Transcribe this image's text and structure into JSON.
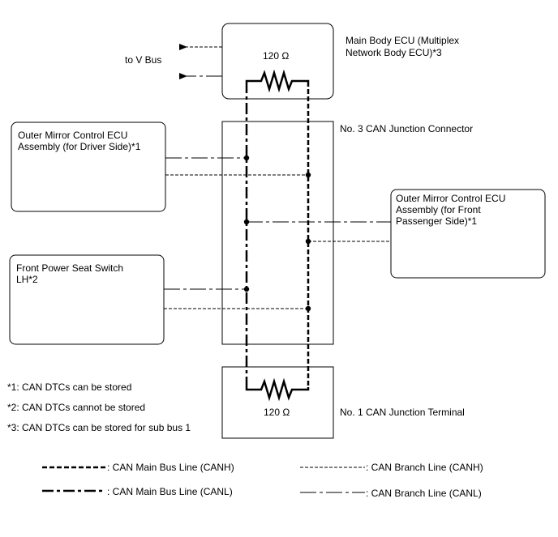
{
  "labels": {
    "v_bus": "to V Bus",
    "main_body_ecu": [
      "Main Body ECU (Multiplex",
      "Network Body ECU)*3"
    ],
    "junction_connector": "No. 3 CAN Junction Connector",
    "junction_terminal": "No. 1 CAN Junction Terminal",
    "mirror_driver": [
      "Outer Mirror Control ECU",
      "Assembly (for Driver Side)*1"
    ],
    "mirror_passenger": [
      "Outer Mirror Control ECU",
      "Assembly (for Front",
      "Passenger Side)*1"
    ],
    "seat_switch": [
      "Front Power Seat Switch",
      "LH*2"
    ],
    "resistor_top": "120 Ω",
    "resistor_bottom": "120 Ω"
  },
  "notes": [
    "*1: CAN DTCs can be stored",
    "*2: CAN DTCs cannot be stored",
    "*3: CAN DTCs can be stored for sub bus 1"
  ],
  "legend": {
    "main_canh": ": CAN Main Bus Line (CANH)",
    "main_canl": ": CAN Main Bus Line (CANL)",
    "branch_canh": ": CAN Branch Line (CANH)",
    "branch_canl": ": CAN Branch Line (CANL)"
  }
}
